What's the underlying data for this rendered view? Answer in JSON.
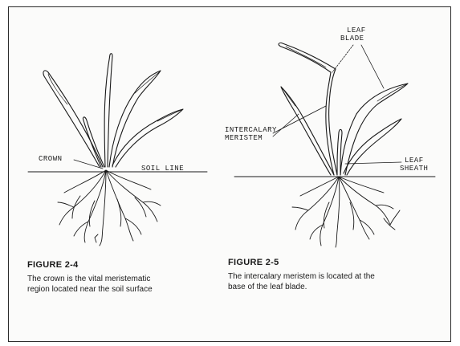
{
  "figures": [
    {
      "title": "FIGURE 2-4",
      "caption_line1": "The crown is the vital meristematic",
      "caption_line2": "region located near the soil surface",
      "labels": {
        "crown": "CROWN",
        "soil_line": "SOIL LINE"
      }
    },
    {
      "title": "FIGURE 2-5",
      "caption_line1": "The intercalary meristem is located at the",
      "caption_line2": "base of the leaf blade.",
      "labels": {
        "leaf_blade_1": "LEAF",
        "leaf_blade_2": "BLADE",
        "intercalary_1": "INTERCALARY",
        "intercalary_2": "MERISTEM",
        "leaf_sheath_1": "LEAF",
        "leaf_sheath_2": "SHEATH"
      }
    }
  ],
  "colors": {
    "ink": "#1a1a1a",
    "frame": "#2a2a2a",
    "paper": "#fbfbfa"
  }
}
